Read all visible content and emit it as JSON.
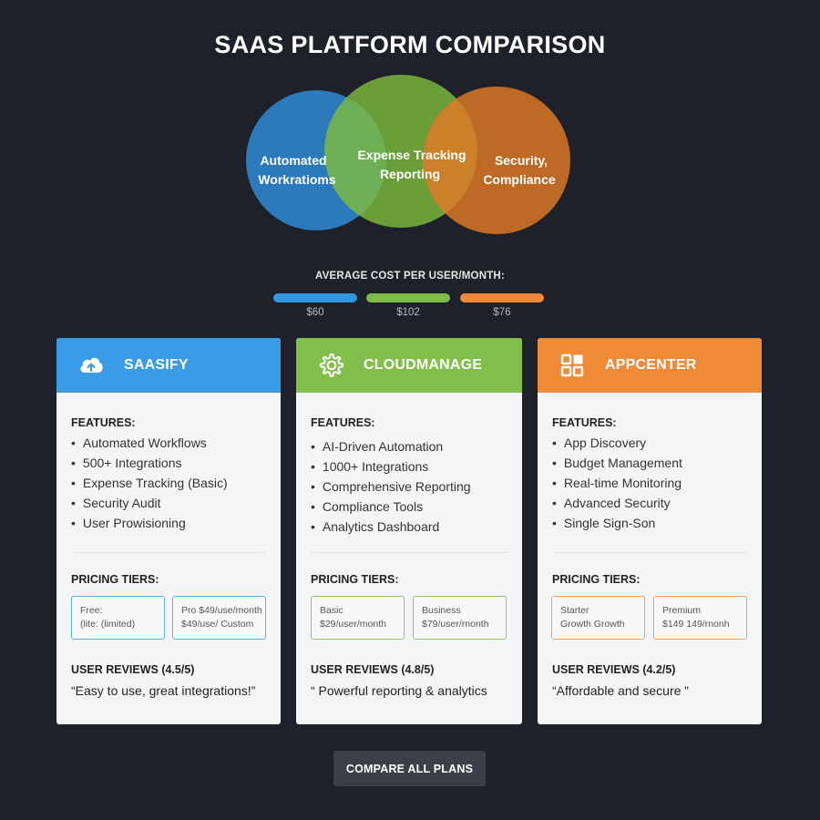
{
  "page": {
    "title": "SAAS PLATFORM COMPARISON"
  },
  "venn": {
    "left": {
      "line1": "Automated",
      "line2": "Workratioms",
      "color": "#2f86d0"
    },
    "middle": {
      "line1": "Expense Tracking",
      "line2": "Reporting",
      "color": "#7cba3d"
    },
    "right": {
      "line1": "Security,",
      "line2": "Compliance",
      "color": "#e07a26"
    }
  },
  "cost": {
    "title": "AVERAGE COST PER USER/MONTH:",
    "items": [
      {
        "value": "$60",
        "color": "#3496e0"
      },
      {
        "value": "$102",
        "color": "#7dbd45"
      },
      {
        "value": "$76",
        "color": "#ee8a37"
      }
    ]
  },
  "cards": [
    {
      "name": "SAASIFY",
      "color": "#3a9be6",
      "icon": "cloud-upload-icon",
      "features_label": "FEATURES:",
      "features": [
        "Automated Workflows",
        "500+ Integrations",
        "Expense Tracking (Basic)",
        "Security Audit",
        "User Prowisioning"
      ],
      "pricing_label": "PRICING TIERS:",
      "tiers": [
        {
          "line1": "Free:",
          "line2": "(lite: (limited)"
        },
        {
          "line1": "Pro $49/use/month",
          "line2": "$49/use/ Custom"
        }
      ],
      "tier_border": "#62aee8",
      "reviews_label": "USER REVIEWS (4.5/5)",
      "quote": "“Easy to use, great integrations!”"
    },
    {
      "name": "CLOUDMANAGE",
      "color": "#82bf4a",
      "icon": "gear-icon",
      "features_label": "FEATURES:",
      "features": [
        "AI-Driven Automation",
        "1000+ Integrations",
        "Comprehensive Reporting",
        "Compliance Tools",
        "Analytics Dashboard"
      ],
      "pricing_label": "PRICING TIERS:",
      "tiers": [
        {
          "line1": "Basic",
          "line2": "$29/user/month"
        },
        {
          "line1": "Business",
          "line2": "$79/user/rnonth"
        }
      ],
      "tier_border": "#8fca5a",
      "reviews_label": "USER REVIEWS (4.8/5)",
      "quote": "“ Powerful reporting & analytics"
    },
    {
      "name": "APPCENTER",
      "color": "#ef8a37",
      "icon": "app-grid-icon",
      "features_label": "FEATURES:",
      "features": [
        "App Discovery",
        "Budget Management",
        "Real-time Monitoring",
        "Advanced Security",
        "Single Sign-Son"
      ],
      "pricing_label": "PRICING TIERS:",
      "tiers": [
        {
          "line1": "Starter",
          "line2": "Growth Growth"
        },
        {
          "line1": "Premium",
          "line2": "$149 149/rnonh"
        }
      ],
      "tier_border": "#f0a060",
      "reviews_label": "USER REVIEWS (4.2/5)",
      "quote": "“Affordable and secure ”"
    }
  ],
  "footer": {
    "compare_label": "COMPARE ALL PLANS"
  }
}
